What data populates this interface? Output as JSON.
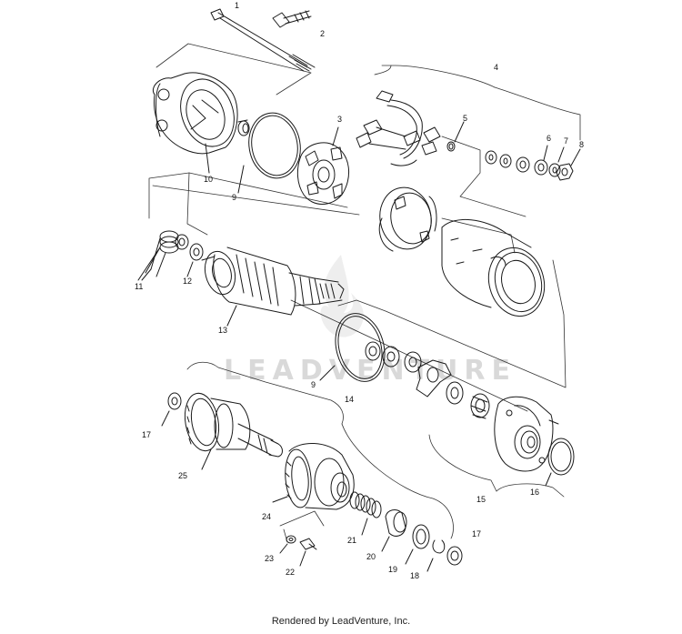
{
  "diagram": {
    "callouts": [
      "1",
      "2",
      "3",
      "4",
      "5",
      "6",
      "7",
      "8",
      "9",
      "10",
      "11",
      "12",
      "13",
      "9",
      "14",
      "15",
      "16",
      "17",
      "25",
      "24",
      "21",
      "20",
      "19",
      "18",
      "17",
      "23",
      "22"
    ]
  },
  "watermark_text": "LEADVENTURE",
  "footer_text": "Rendered by LeadVenture, Inc."
}
